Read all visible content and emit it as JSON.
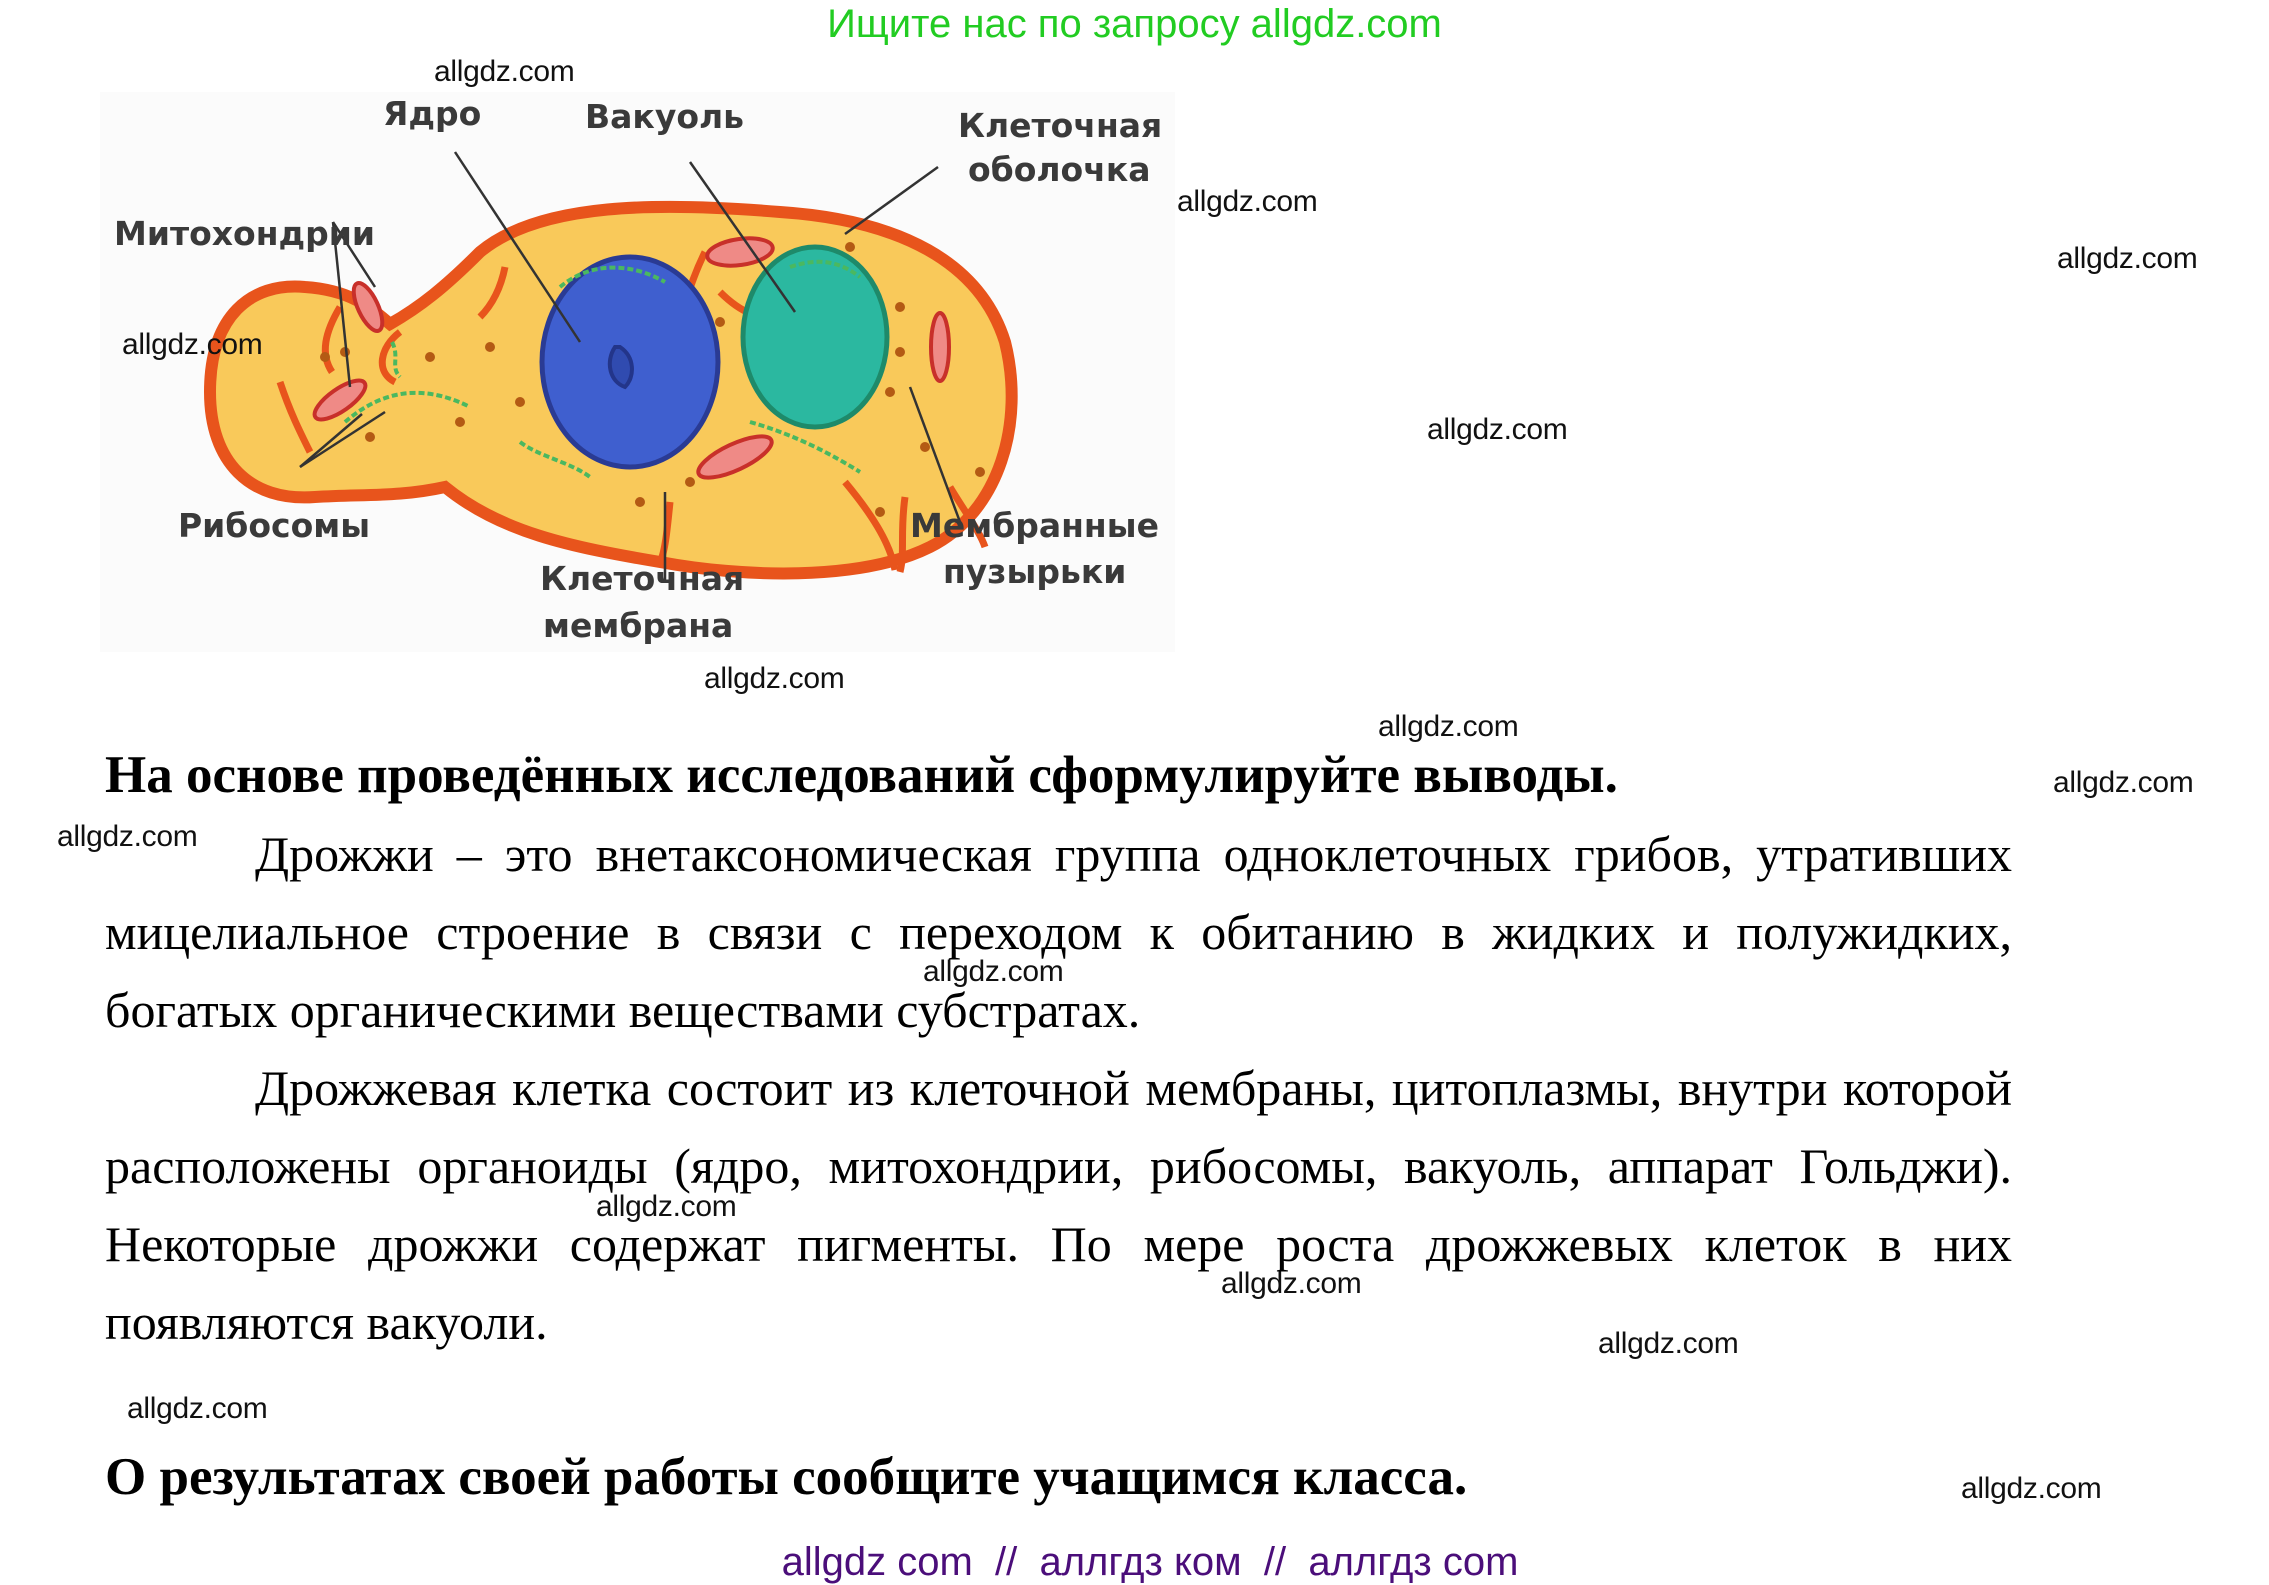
{
  "header": {
    "promo": "Ищите нас по запросу allgdz.com"
  },
  "diagram": {
    "labels": {
      "nucleus": "Ядро",
      "vacuole": "Вакуоль",
      "cell_wall_1": "Клеточная",
      "cell_wall_2": "оболочка",
      "mitochondria": "Митохондрии",
      "ribosomes": "Рибосомы",
      "membrane_1": "Клеточная",
      "membrane_2": "мембрана",
      "vesicles_1": "Мембранные",
      "vesicles_2": "пузырьки"
    },
    "colors": {
      "cell_wall": "#e8541c",
      "cytoplasm": "#f9c95a",
      "nucleus": "#3f5fcf",
      "vacuole": "#2bb8a0",
      "mitochondria": "#ef8a86",
      "ribosomes": "#5fcf6f"
    }
  },
  "content": {
    "heading": "На основе проведённых исследований сформулируйте выводы.",
    "paragraphs": [
      "Дрожжи – это внетаксономическая группа одноклеточных грибов, утративших мицелиальное строение в связи с переходом к обитанию в жидких и полужидких, богатых органическими веществами субстратах.",
      "Дрожжевая клетка состоит из клеточной мембраны, цитоплазмы, внутри которой расположены органоиды (ядро, митохондрии, рибосомы, вакуоль, аппарат Гольджи). Некоторые дрожжи содержат пигменты. По мере роста дрожжевых клеток в них появляются вакуоли."
    ],
    "closing": "О результатах своей работы сообщите учащимся класса."
  },
  "watermarks": [
    "allgdz.com",
    "allgdz.com",
    "allgdz.com",
    "allgdz.com",
    "allgdz.com",
    "allgdz.com",
    "allgdz.com",
    "allgdz.com",
    "allgdz.com",
    "allgdz.com",
    "allgdz.com",
    "allgdz.com",
    "allgdz.com",
    "allgdz.com",
    "allgdz.com"
  ],
  "footer": {
    "text": "allgdz com  //  аллгдз ком  //  аллгдз com"
  },
  "colors": {
    "promo": "#22cc22",
    "footer": "#4b0e7a"
  }
}
